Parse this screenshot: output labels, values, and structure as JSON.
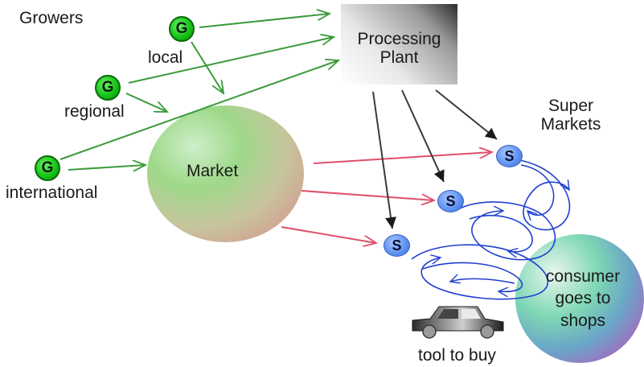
{
  "labels": {
    "growers": "Growers",
    "local": "local",
    "regional": "regional",
    "international": "international",
    "processing_line1": "Processing",
    "processing_line2": "Plant",
    "market": "Market",
    "super_line1": "Super",
    "super_line2": "Markets",
    "consumer_line1": "consumer",
    "consumer_line2": "goes to",
    "consumer_line3": "shops",
    "tool": "tool to buy"
  },
  "nodes": {
    "grower_symbol": "G",
    "shop_symbol": "S"
  },
  "colors": {
    "grower_arrows": "#3b9a3b",
    "market_arrows": "#e0506a",
    "plant_arrows": "#3a3a3a",
    "consumer_loops": "#1f3fd0",
    "grower_node": "#16c416",
    "shop_node": "#5b8ff0"
  }
}
